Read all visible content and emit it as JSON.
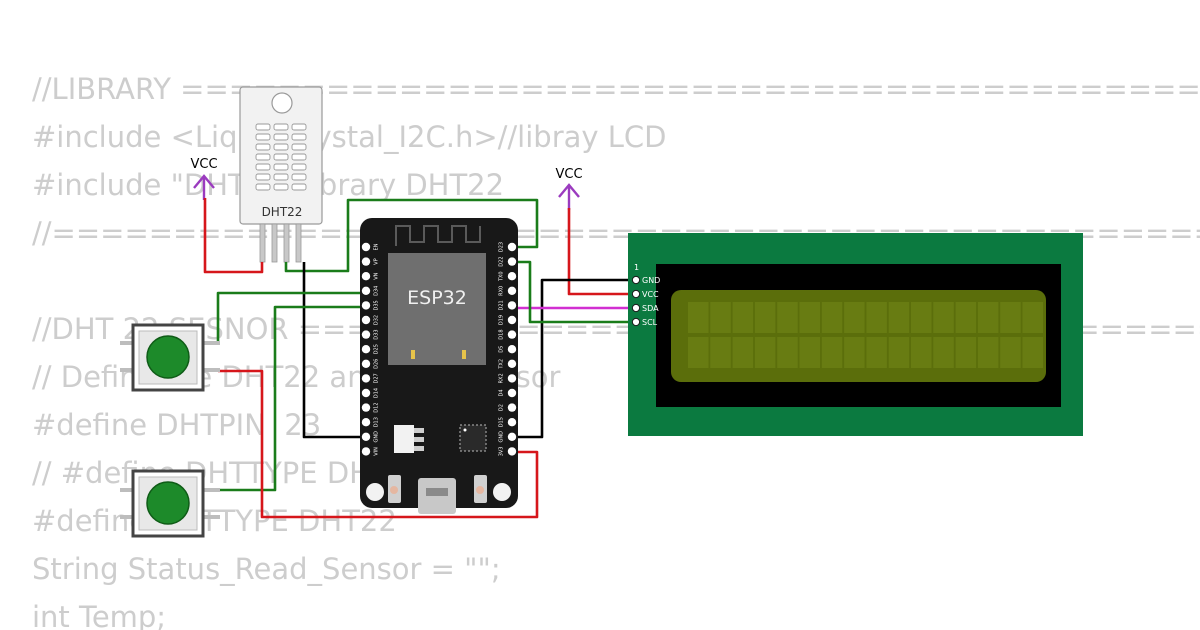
{
  "code_lines": [
    "//LIBRARY ================================================================",
    "#include <LiquidCrystal_I2C.h>//libray LCD",
    "#include \"DHT.h\"//library DHT22",
    "//=======================================================================",
    "",
    "//DHT 22 SESNOR ===========================================================",
    "// Define the DHT22 and DHT sensor",
    "#define DHTPIN  23",
    "// #define DHTTYPE DHT11",
    "#define DHTTYPE DHT22",
    "String Status_Read_Sensor = \"\";",
    "int Temp;"
  ],
  "components": {
    "dht22": {
      "label": "DHT22"
    },
    "esp32": {
      "label": "ESP32",
      "left_pins": [
        "EN",
        "VP",
        "VN",
        "D34",
        "D35",
        "D32",
        "D33",
        "D25",
        "D26",
        "D27",
        "D14",
        "D12",
        "D13",
        "GND",
        "VIN"
      ],
      "right_pins": [
        "D23",
        "D22",
        "TX0",
        "RX0",
        "D21",
        "D19",
        "D18",
        "D5",
        "TX2",
        "RX2",
        "D4",
        "D2",
        "D15",
        "GND",
        "3V3"
      ]
    },
    "lcd": {
      "pin_number": "1",
      "pins": [
        "GND",
        "VCC",
        "SDA",
        "SCL"
      ]
    },
    "vcc_left": {
      "label": "VCC"
    },
    "vcc_right": {
      "label": "VCC"
    }
  },
  "colors": {
    "wire_red": "#d6161b",
    "wire_green": "#1a7c1a",
    "wire_black": "#000000",
    "wire_magenta": "#d12fd1",
    "vcc_symbol": "#9b3bbf",
    "board_black": "#181818",
    "chip_gray": "#6f6f6f",
    "lcd_green": "#0b7a40",
    "lcd_screen": "#5b6e0b",
    "button_green": "#1d8a2a",
    "code_text": "#cdcdcd"
  }
}
